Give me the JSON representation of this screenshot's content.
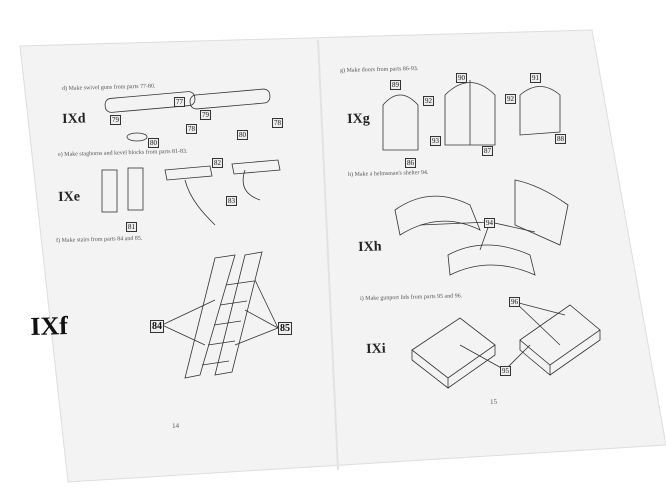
{
  "left_page": {
    "page_number": "14",
    "sections": [
      {
        "id": "IXd",
        "caption": "d) Make swivel guns from parts 77-80.",
        "parts": [
          "77",
          "78",
          "79",
          "80",
          "78",
          "79",
          "80"
        ]
      },
      {
        "id": "IXe",
        "caption": "e) Make staghorns and kevel blocks from parts 81-83.",
        "parts": [
          "81",
          "82",
          "83"
        ]
      },
      {
        "id": "IXf",
        "caption": "f) Make stairs from parts 84 and 85.",
        "parts": [
          "84",
          "85"
        ]
      }
    ]
  },
  "right_page": {
    "page_number": "15",
    "sections": [
      {
        "id": "IXg",
        "caption": "g) Make doors from parts 86-93.",
        "parts": [
          "89",
          "90",
          "91",
          "92",
          "92",
          "93",
          "86",
          "87",
          "88"
        ]
      },
      {
        "id": "IXh",
        "caption": "h) Make a helmsman's shelter 94.",
        "parts": [
          "94"
        ]
      },
      {
        "id": "IXi",
        "caption": "i) Make gunport lids from parts 95 and 96.",
        "parts": [
          "95",
          "96"
        ]
      }
    ]
  },
  "colors": {
    "paper": "#f3f2f3",
    "ink": "#222222",
    "background": "#ffffff"
  }
}
